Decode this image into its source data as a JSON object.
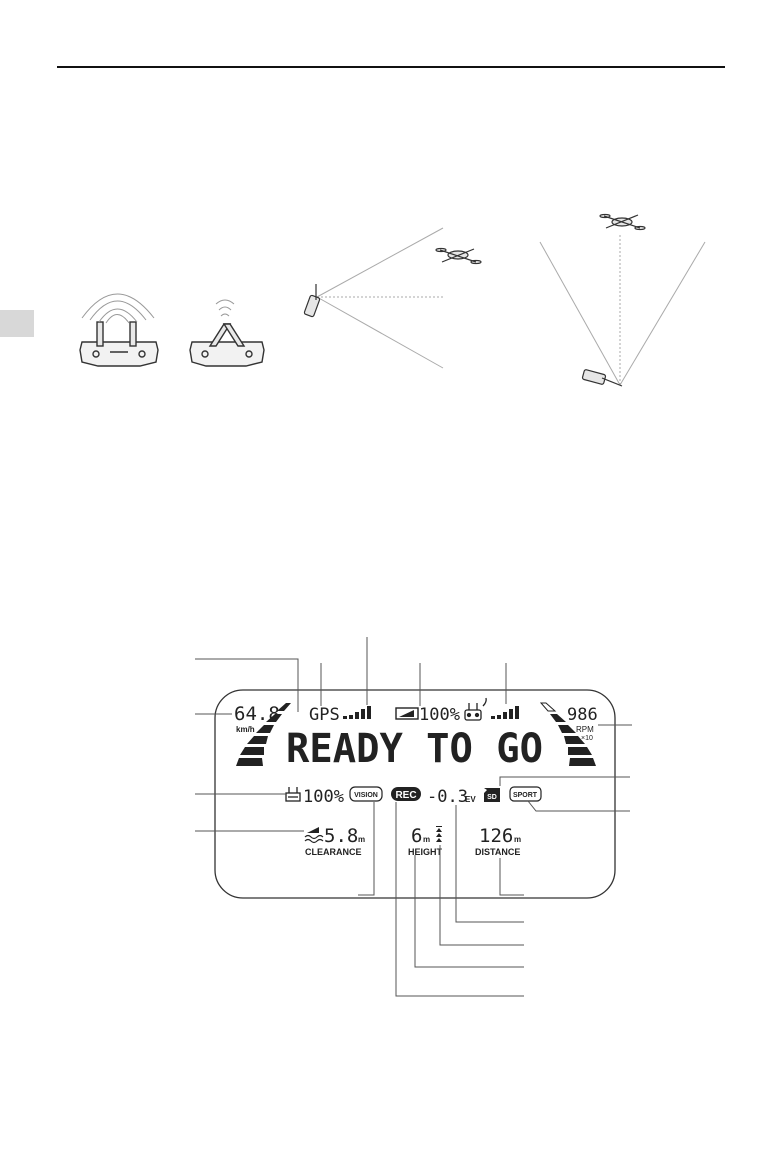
{
  "lcd": {
    "speed": "64.8",
    "speed_unit": "km/h",
    "gps_label": "GPS",
    "aircraft_battery": "100%",
    "status_text": "READY TO GO",
    "rpm_value": "986",
    "rpm_label": "RPM",
    "rpm_multiplier": "×10",
    "rc_battery": "100%",
    "vision_badge": "VISION",
    "rec_badge": "REC",
    "ev_value": "-0.3",
    "ev_unit": "EV",
    "sd_badge": "SD",
    "sport_badge": "SPORT",
    "clearance_value": "5.8",
    "clearance_unit": "m",
    "clearance_label": "CLEARANCE",
    "height_value": "6",
    "height_unit": "m",
    "height_label": "HEIGHT",
    "distance_value": "126",
    "distance_unit": "m",
    "distance_label": "DISTANCE"
  },
  "icons": [
    "remote-controller-icon",
    "signal-waves-icon",
    "drone-icon",
    "pilot-icon",
    "battery-icon",
    "rc-icon",
    "signal-bars-icon"
  ]
}
